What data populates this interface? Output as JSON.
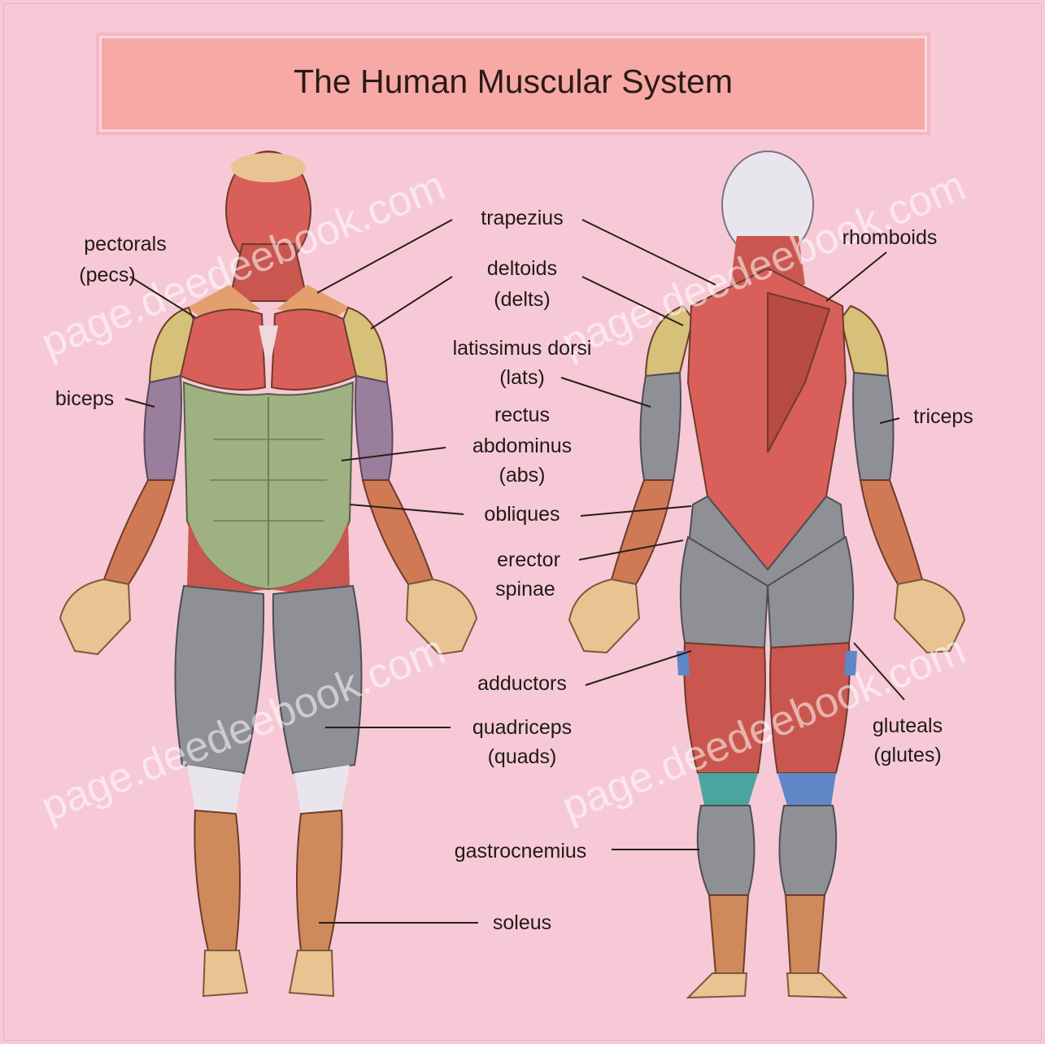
{
  "title": "The Human Muscular System",
  "watermark": "page.deedeebook.com",
  "labels": {
    "pectorals": [
      "pectorals",
      "(pecs)"
    ],
    "biceps": [
      "biceps"
    ],
    "trapezius": [
      "trapezius"
    ],
    "deltoids": [
      "deltoids",
      "(delts)"
    ],
    "latissimus": [
      "latissimus dorsi",
      "(lats)"
    ],
    "rectus": [
      "rectus",
      "abdominus",
      "(abs)"
    ],
    "obliques": [
      "obliques"
    ],
    "erector": [
      "erector",
      "spinae"
    ],
    "adductors": [
      "adductors"
    ],
    "quadriceps": [
      "quadriceps",
      "(quads)"
    ],
    "gastrocnemius": [
      "gastrocnemius"
    ],
    "soleus": [
      "soleus"
    ],
    "rhomboids": [
      "rhomboids"
    ],
    "triceps": [
      "triceps"
    ],
    "gluteals": [
      "gluteals",
      "(glutes)"
    ]
  },
  "colors": {
    "background": "#f7c9d6",
    "banner": "#f6a9a5",
    "skin": "#e9c392",
    "muscle_red": "#d9605a",
    "muscle_dark_red": "#b84a44",
    "abs_green": "#9fb083",
    "gray_muscle": "#8f8f96",
    "purple_muscle": "#9a7f9c",
    "deltoid_yellow": "#d6c07a",
    "tendon_white": "#e8e6ec",
    "calf_teal": "#4ba59f",
    "blue_accent": "#5f87c6"
  }
}
